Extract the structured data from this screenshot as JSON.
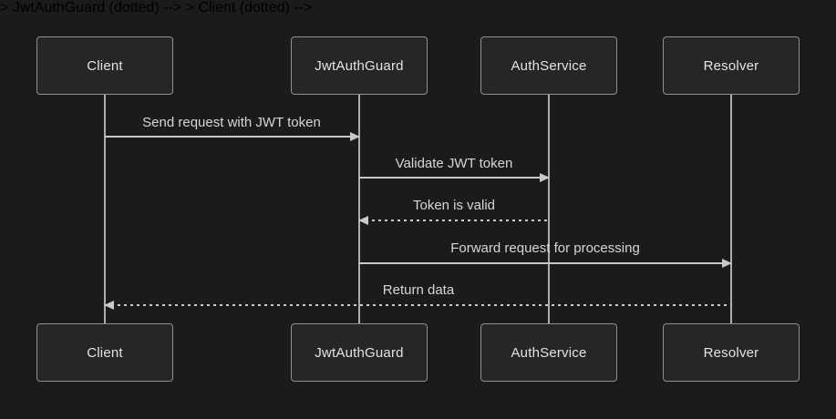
{
  "diagram": {
    "type": "sequence-diagram",
    "actors": [
      "Client",
      "JwtAuthGuard",
      "AuthService",
      "Resolver"
    ],
    "messages": [
      {
        "from": "Client",
        "to": "JwtAuthGuard",
        "text": "Send request with JWT token",
        "line_style": "solid"
      },
      {
        "from": "JwtAuthGuard",
        "to": "AuthService",
        "text": "Validate JWT token",
        "line_style": "solid"
      },
      {
        "from": "AuthService",
        "to": "JwtAuthGuard",
        "text": "Token is valid",
        "line_style": "dotted"
      },
      {
        "from": "JwtAuthGuard",
        "to": "Resolver",
        "text": "Forward request for processing",
        "line_style": "solid"
      },
      {
        "from": "Resolver",
        "to": "Client",
        "text": "Return data",
        "line_style": "dotted"
      }
    ],
    "colors": {
      "background": "#1b1b1b",
      "actor_fill": "#262626",
      "actor_border": "#8f8f8f",
      "text": "#d6d6d6",
      "line": "#c9c9c9"
    }
  }
}
